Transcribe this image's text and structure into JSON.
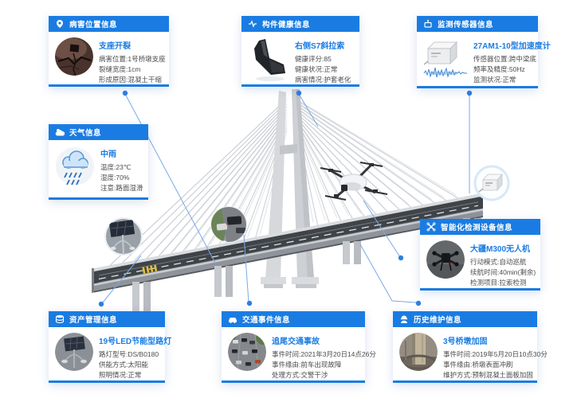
{
  "colors": {
    "accent": "#1a7ce2",
    "connector_line": "#7aa9e8",
    "connector_dot": "#2e7fe0"
  },
  "icons": {
    "disease": "map-pin-icon",
    "component": "heartbeat-icon",
    "sensor": "sensor-box-icon",
    "weather": "sun-cloud-icon",
    "device": "drone-icon",
    "asset": "database-icon",
    "traffic": "car-icon",
    "maintenance": "worker-icon"
  },
  "cards": {
    "disease": {
      "header": "病害位置信息",
      "title": "支座开裂",
      "rows": [
        "病害位置:1号桥墩支座",
        "裂缝宽度:1cm",
        "形成原因:混凝土干缩"
      ]
    },
    "component": {
      "header": "构件健康信息",
      "title": "右侧S7斜拉索",
      "rows": [
        "健康评分:85",
        "健康状况:正常",
        "病害情况:护套老化"
      ]
    },
    "sensor": {
      "header": "监测传感器信息",
      "title": "27AM1-10型加速度计",
      "rows": [
        "传感器位置:跨中梁底",
        "频率及精度:50Hz",
        "监测状况:正常"
      ]
    },
    "weather": {
      "header": "天气信息",
      "title": "中雨",
      "rows": [
        "温度:23℃",
        "湿度:70%",
        "注意:路面湿滑"
      ]
    },
    "device": {
      "header": "智能化检测设备信息",
      "title": "大疆M300无人机",
      "rows": [
        "行动模式:自动巡航",
        "续航时间:40min(剩余)",
        "检测项目:拉索检测"
      ]
    },
    "asset": {
      "header": "资产管理信息",
      "title": "19号LED节能型路灯",
      "rows": [
        "路灯型号:DS/B0180",
        "供能方式:太阳能",
        "照明情况:正常"
      ]
    },
    "traffic": {
      "header": "交通事件信息",
      "title": "追尾交通事故",
      "rows": [
        "事件时间:2021年3月20日14点26分",
        "事件缘由:前车出现故障",
        "处理方式:交警干涉"
      ]
    },
    "maintenance": {
      "header": "历史维护信息",
      "title": "3号桥墩加固",
      "rows": [
        "事件时间:2019年5月20日10点30分",
        "事件缘由:桥墩表面冲刷",
        "维护方式:预制混凝土面板加固"
      ]
    }
  }
}
